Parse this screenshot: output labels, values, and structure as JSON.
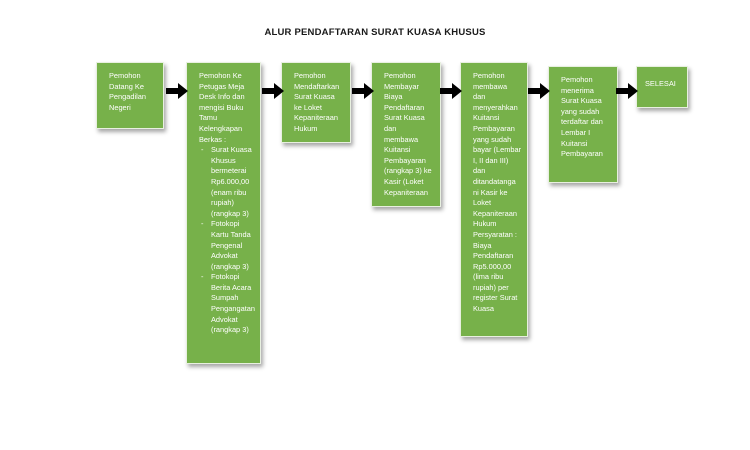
{
  "title": "ALUR PENDAFTARAN SURAT KUASA KHUSUS",
  "colors": {
    "box_fill": "#77b14a",
    "box_text": "#ffffff",
    "arrow": "#000000"
  },
  "steps": [
    {
      "lines": [
        "Pemohon",
        "Datang Ke",
        "Pengadilan",
        "Negeri"
      ]
    },
    {
      "lines": [
        "Pemohon Ke",
        "Petugas Meja",
        "Desk Info dan",
        "mengisi Buku",
        "Tamu",
        "Kelengkapan",
        "Berkas :"
      ],
      "bullets": [
        {
          "lines": [
            "Surat Kuasa",
            "Khusus",
            "bermeterai",
            "Rp6.000,00",
            "(enam ribu",
            "rupiah)",
            "(rangkap 3)"
          ]
        },
        {
          "lines": [
            "Fotokopi",
            "Kartu Tanda",
            "Pengenal",
            "Advokat",
            "(rangkap 3)"
          ]
        },
        {
          "lines": [
            "Fotokopi",
            "Berita Acara",
            "Sumpah",
            "Pengangatan",
            "Advokat",
            "(rangkap 3)"
          ]
        }
      ]
    },
    {
      "lines": [
        "Pemohon",
        "Mendaftarkan",
        "Surat Kuasa",
        "ke Loket",
        "Kepaniteraan",
        "Hukum"
      ]
    },
    {
      "lines": [
        "Pemohon",
        "Membayar",
        "Biaya",
        "Pendaftaran",
        "Surat Kuasa",
        "dan",
        "membawa",
        "Kuitansi",
        "Pembayaran",
        "(rangkap 3) ke",
        "Kasir (Loket",
        "Kepaniteraan"
      ]
    },
    {
      "lines": [
        "Pemohon",
        "membawa",
        "dan",
        "menyerahkan",
        "Kuitansi",
        "Pembayaran",
        "yang sudah",
        "bayar (Lembar",
        "I, II dan III)",
        "dan",
        "ditandatanga",
        "ni Kasir ke",
        "Loket",
        "Kepaniteraan",
        "Hukum",
        "Persyaratan :",
        "Biaya",
        "Pendaftaran",
        "Rp5.000,00",
        "(lima ribu",
        "rupiah) per",
        "register Surat",
        "Kuasa"
      ]
    },
    {
      "lines": [
        "Pemohon",
        "menerima",
        "Surat Kuasa",
        "yang sudah",
        "terdaftar dan",
        "Lembar I",
        "Kuitansi",
        "Pembayaran"
      ]
    },
    {
      "lines": [
        "SELESAI"
      ]
    }
  ]
}
